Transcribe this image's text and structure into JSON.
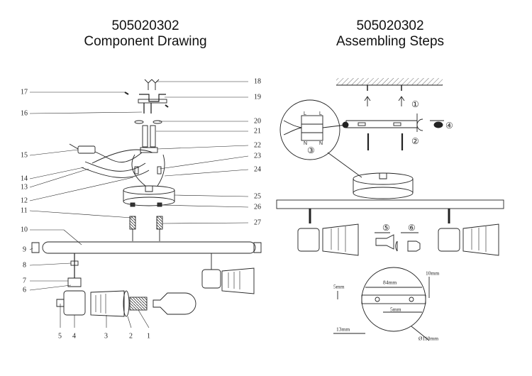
{
  "left": {
    "model": "505020302",
    "heading": "Component Drawing"
  },
  "right": {
    "model": "505020302",
    "heading": "Assembling Steps"
  },
  "callouts_right": [
    "18",
    "19",
    "20",
    "21",
    "22",
    "23",
    "24",
    "25",
    "26",
    "27"
  ],
  "callouts_left": [
    "17",
    "16",
    "15",
    "14",
    "13",
    "12",
    "11",
    "10",
    "9",
    "8",
    "7",
    "6"
  ],
  "callouts_bottom": [
    "5",
    "4",
    "3",
    "2",
    "1"
  ],
  "steps": [
    "①",
    "②",
    "③",
    "④",
    "⑤",
    "⑥"
  ],
  "terminal_labels": {
    "l_top": "L",
    "n_bottom": "N"
  },
  "dimensions": {
    "d84": "84mm",
    "d5a": "5mm",
    "d10": "10mm",
    "d5b": "5mm",
    "d13": "13mm",
    "d110": "Ø110mm"
  }
}
